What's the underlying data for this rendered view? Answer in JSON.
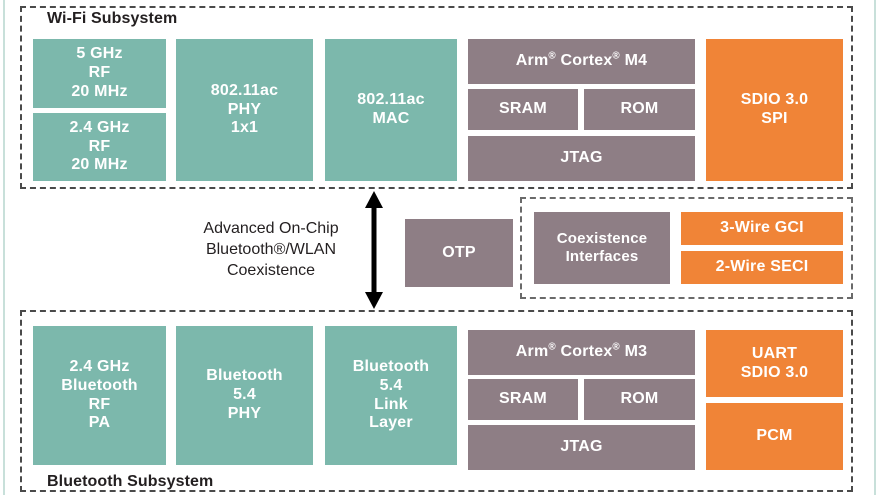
{
  "diagram": {
    "title_wifi": "Wi-Fi Subsystem",
    "title_bluetooth": "Bluetooth Subsystem",
    "coexistence_caption": "Advanced On-Chip\nBluetooth®/WLAN\nCoexistence",
    "colors": {
      "green": "#7cb8ac",
      "grey": "#8e7e85",
      "orange": "#f08437",
      "border": "#4a4a4a",
      "text_dark": "#231f20",
      "text_light": "#ffffff",
      "edge_rule": "#c8e0da"
    }
  },
  "wifi": {
    "rf_5ghz": "5 GHz\nRF\n20 MHz",
    "rf_24ghz": "2.4 GHz\nRF\n20 MHz",
    "phy": "802.11ac\nPHY\n1x1",
    "mac": "802.11ac\nMAC",
    "cpu": "Arm® Cortex® M4",
    "sram": "SRAM",
    "rom": "ROM",
    "jtag": "JTAG",
    "host_if": "SDIO 3.0\nSPI"
  },
  "middle": {
    "otp": "OTP",
    "coex_interfaces": "Coexistence\nInterfaces",
    "gci_3wire": "3-Wire GCI",
    "seci_2wire": "2-Wire SECI"
  },
  "bluetooth": {
    "rf_pa": "2.4 GHz\nBluetooth\nRF\nPA",
    "phy": "Bluetooth\n5.4\nPHY",
    "link_layer": "Bluetooth\n5.4\nLink\nLayer",
    "cpu": "Arm® Cortex® M3",
    "sram": "SRAM",
    "rom": "ROM",
    "jtag": "JTAG",
    "host_if": "UART\nSDIO 3.0",
    "pcm": "PCM"
  }
}
